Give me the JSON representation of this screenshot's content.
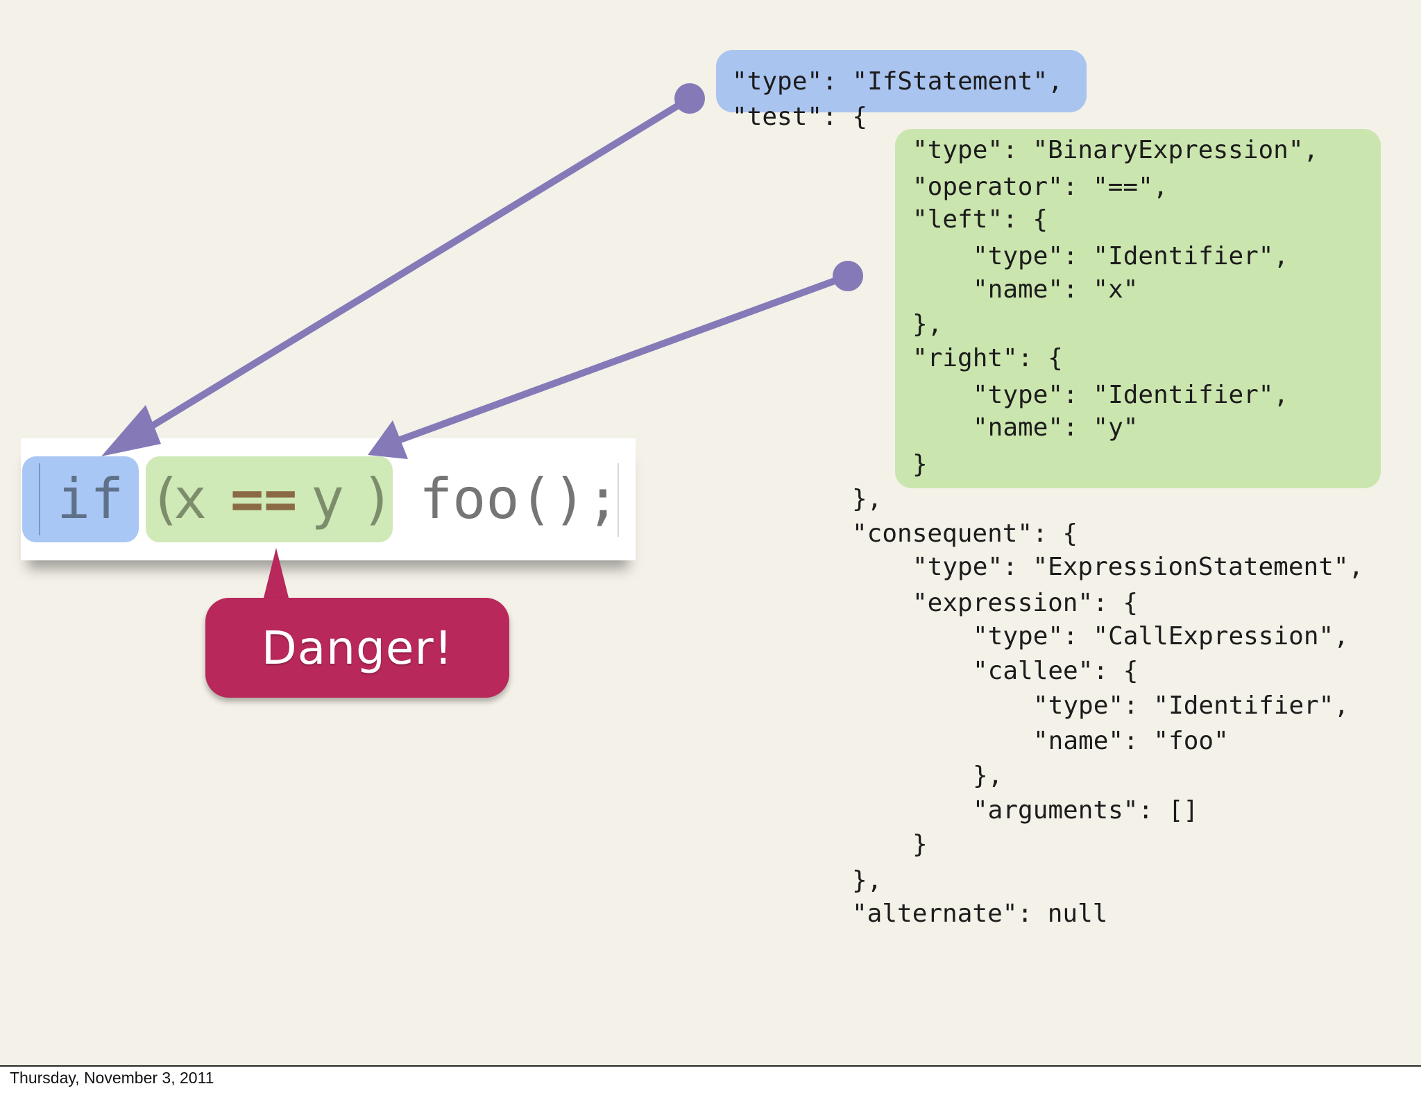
{
  "snippet": {
    "keyword": "if",
    "lparen": "(",
    "left": "x",
    "operator": "==",
    "right": "y",
    "rparen": ")",
    "call": "foo();"
  },
  "callout": {
    "label": "Danger!"
  },
  "ast_lines": [
    "\"type\": \"IfStatement\",",
    "\"test\": {",
    "\"type\": \"BinaryExpression\",",
    "\"operator\": \"==\",",
    "\"left\": {",
    "\"type\": \"Identifier\",",
    "\"name\": \"x\"",
    "},",
    "\"right\": {",
    "\"type\": \"Identifier\",",
    "\"name\": \"y\"",
    "}",
    "},",
    "\"consequent\": {",
    "\"type\": \"ExpressionStatement\",",
    "\"expression\": {",
    "\"type\": \"CallExpression\",",
    "\"callee\": {",
    "\"type\": \"Identifier\",",
    "\"name\": \"foo\"",
    "},",
    "\"arguments\": []",
    "}",
    "},",
    "\"alternate\": null"
  ],
  "colors": {
    "background": "#f3f1e8",
    "if_statement_highlight": "#aac4f0",
    "binary_expression_highlight": "#cbe5ae",
    "arrow": "#8579b8",
    "danger": "#b8285a"
  },
  "footer": {
    "date": "Thursday, November 3, 2011"
  }
}
